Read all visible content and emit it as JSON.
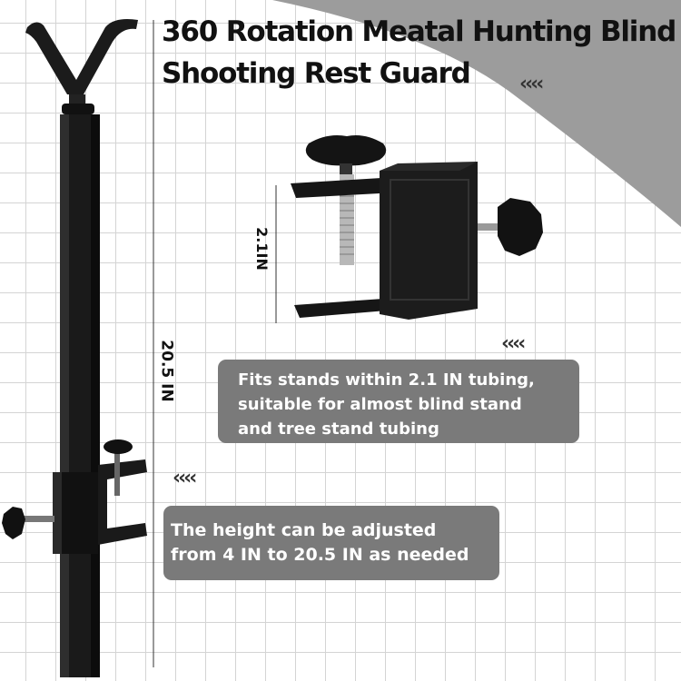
{
  "title": {
    "line1": "360 Rotation Meatal Hunting Blind",
    "line2": "Shooting Rest Guard"
  },
  "dimensions": {
    "rest_height": "20.5 IN",
    "clamp_opening": "2.1IN"
  },
  "callouts": {
    "tubing_fit": [
      "Fits stands within 2.1 IN tubing,",
      "suitable for almost blind stand",
      "and tree stand tubing"
    ],
    "height_adjust": [
      "The height can be adjusted",
      "from 4 IN to 20.5 IN as needed"
    ]
  },
  "decor": {
    "chevrons": "‹‹‹‹",
    "accent_grey": "#7a7a7a",
    "swoosh_grey": "#9c9c9c"
  }
}
